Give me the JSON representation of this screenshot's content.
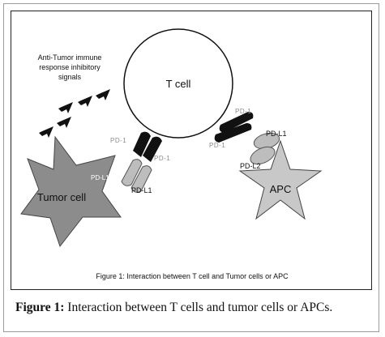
{
  "diagram": {
    "signals_label": [
      "Anti-Tumor immune",
      "response inhibitory",
      "signals"
    ],
    "t_cell_label": "T cell",
    "tumor_cell_label": "Tumor cell",
    "apc_label": "APC",
    "pd1_label": "PD-1",
    "pdl1_label": "PD-L1",
    "pdl2_label": "PD-L2",
    "inner_caption": "Figure 1: Interaction between T cell and Tumor cells or APC"
  },
  "caption": {
    "prefix": "Figure 1:",
    "text": " Interaction between T cells and tumor cells or APCs."
  },
  "colors": {
    "frame_border": "#9a9a9a",
    "tumor_fill": "#8c8c8c",
    "apc_fill": "#c8c8c8",
    "receptor_fill": "#111111",
    "ligand_fill": "#bdbdbd"
  }
}
